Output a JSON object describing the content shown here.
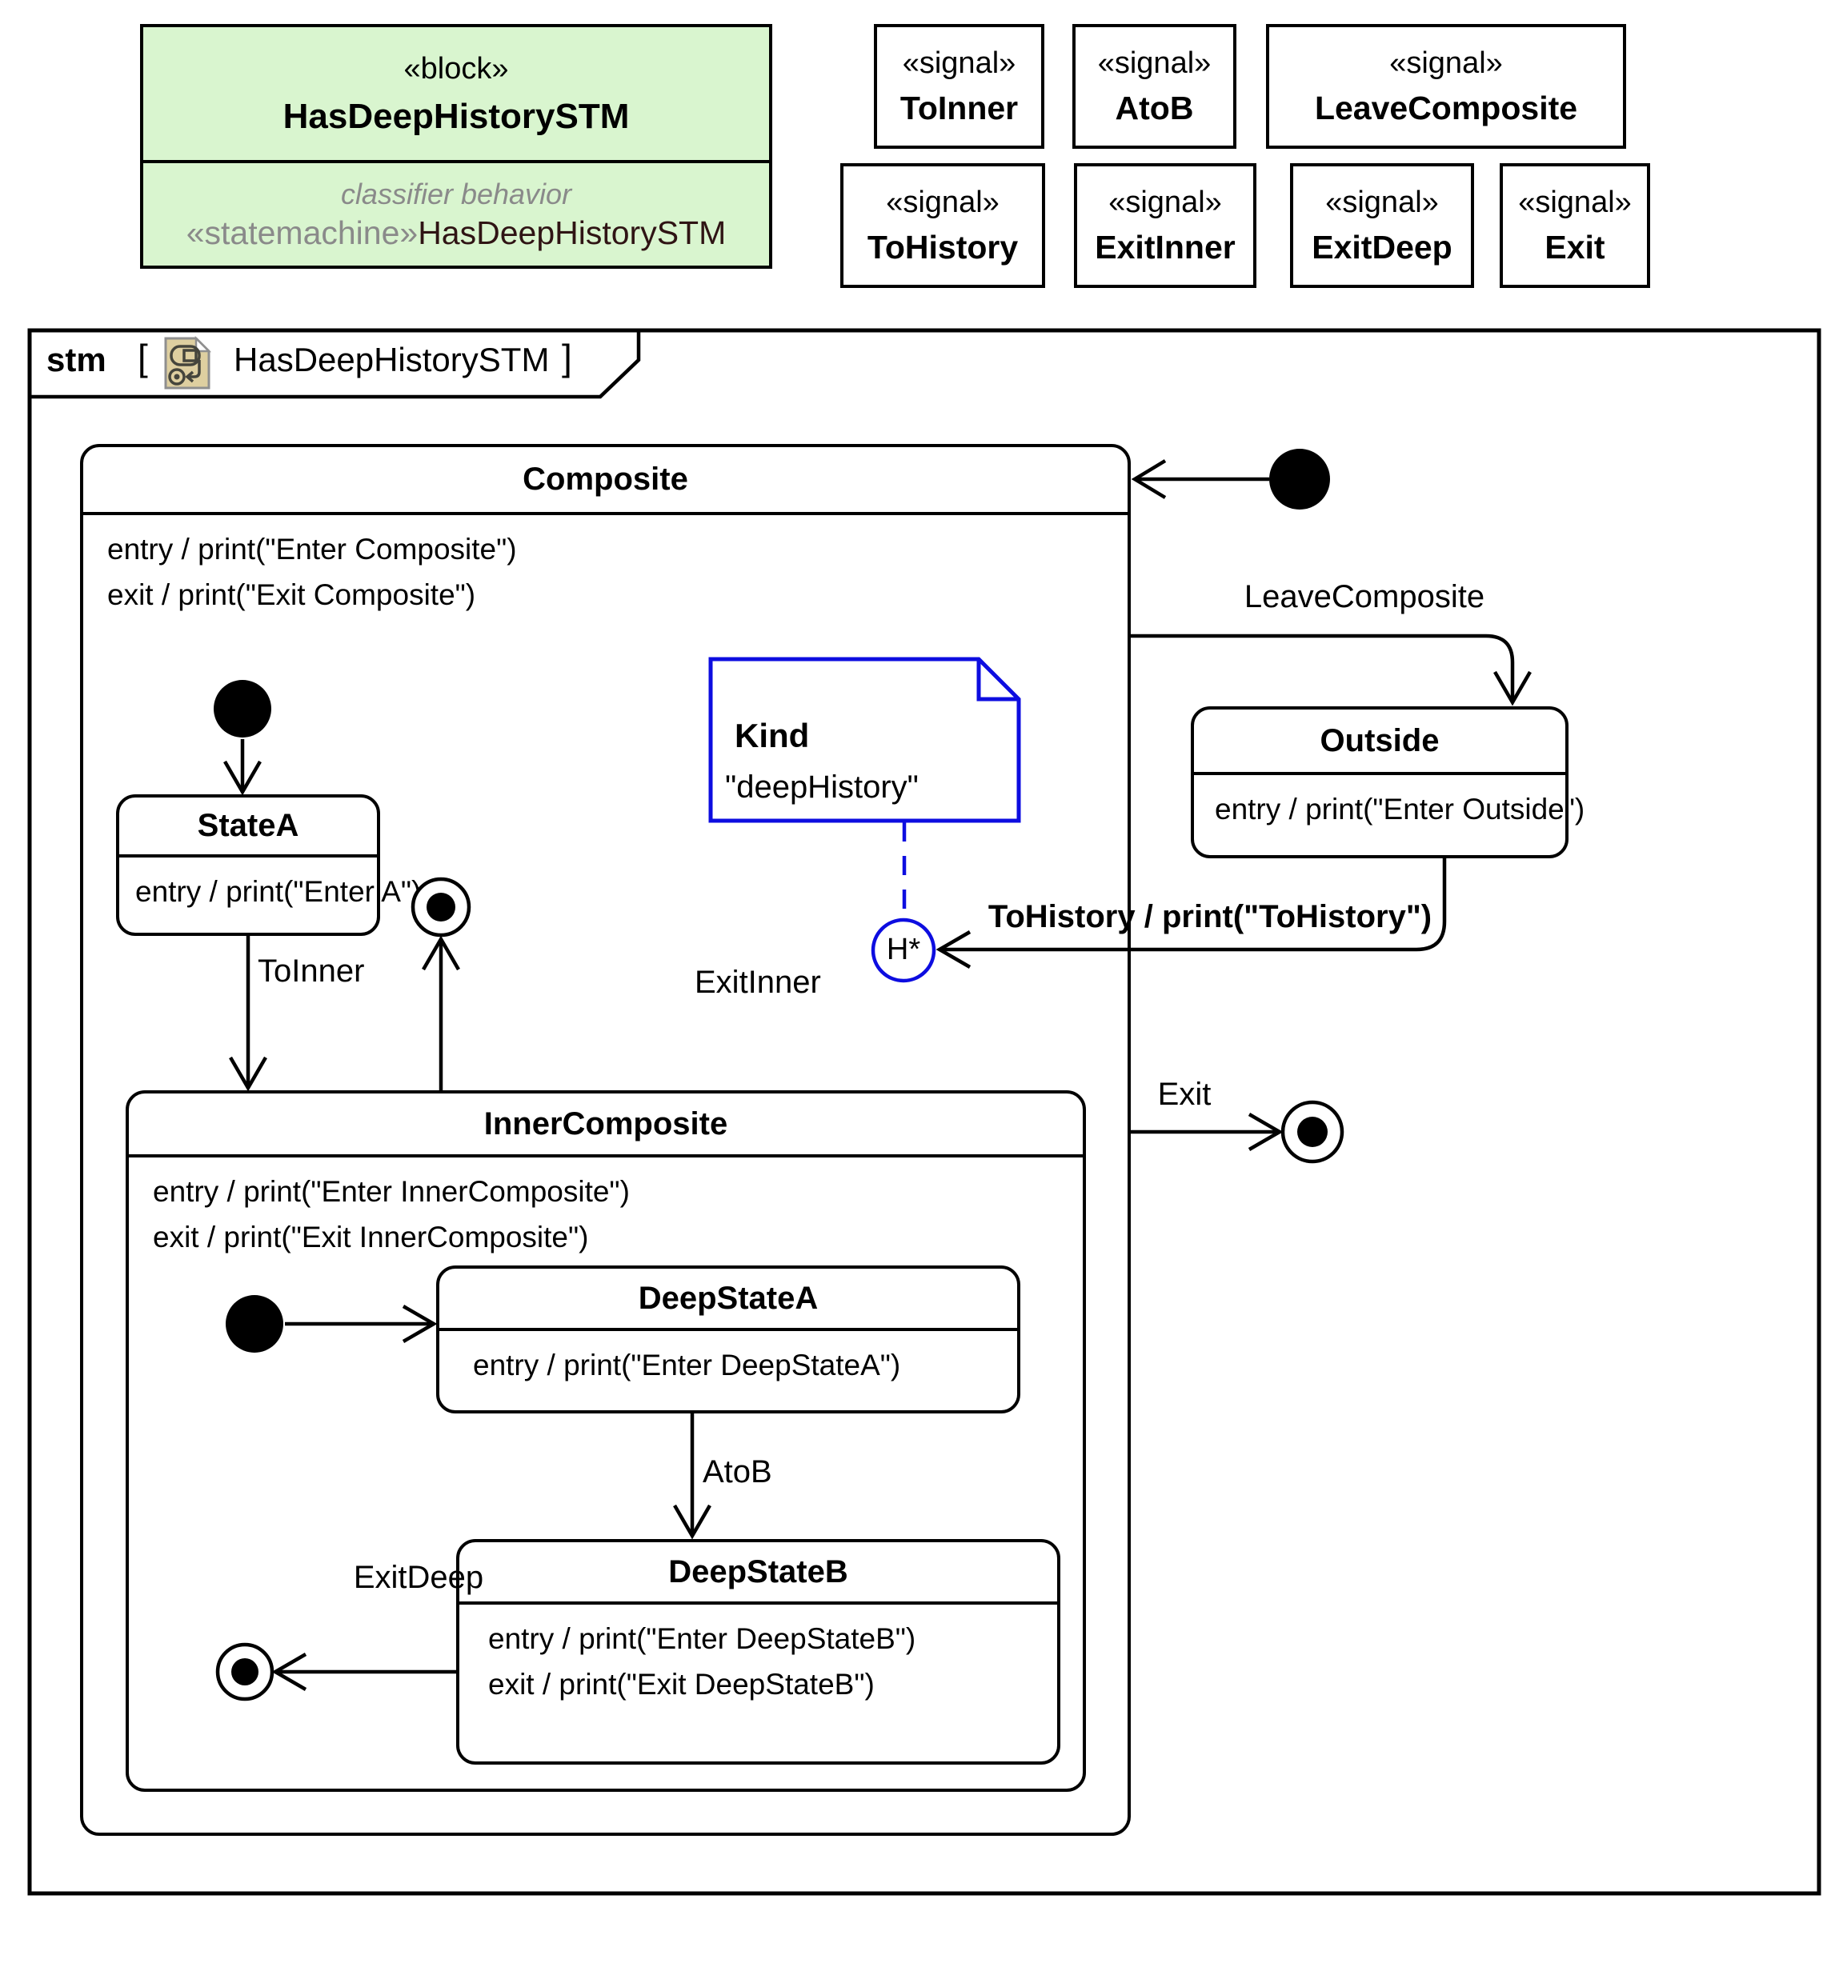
{
  "block": {
    "stereotype": "«block»",
    "name": "HasDeepHistorySTM",
    "behavior_label": "classifier behavior",
    "behavior_stereotype": "«statemachine»",
    "behavior_name": "HasDeepHistorySTM"
  },
  "signals": {
    "stereotype": "«signal»",
    "row1": [
      "ToInner",
      "AtoB",
      "LeaveComposite"
    ],
    "row2": [
      "ToHistory",
      "ExitInner",
      "ExitDeep",
      "Exit"
    ]
  },
  "frame": {
    "kind": "stm",
    "open_bracket": "[",
    "name": "HasDeepHistorySTM",
    "close_bracket": "]"
  },
  "states": {
    "composite": {
      "title": "Composite",
      "entry": "entry /  print(\"Enter Composite\")",
      "exit": "exit /  print(\"Exit Composite\")"
    },
    "stateA": {
      "title": "StateA",
      "entry": "entry /  print(\"Enter A\")"
    },
    "outside": {
      "title": "Outside",
      "entry": "entry /  print(\"Enter Outside\")"
    },
    "innerComposite": {
      "title": "InnerComposite",
      "entry": "entry /  print(\"Enter InnerComposite\")",
      "exit": "exit /  print(\"Exit InnerComposite\")"
    },
    "deepStateA": {
      "title": "DeepStateA",
      "entry": "entry /  print(\"Enter DeepStateA\")"
    },
    "deepStateB": {
      "title": "DeepStateB",
      "entry": "entry /  print(\"Enter DeepStateB\")",
      "exit": "exit /  print(\"Exit DeepStateB\")"
    }
  },
  "transitions": {
    "leave_composite": "LeaveComposite",
    "to_history": "ToHistory / print(\"ToHistory\")",
    "exit": "Exit",
    "to_inner": "ToInner",
    "exit_inner": "ExitInner",
    "ato_b": "AtoB",
    "exit_deep": "ExitDeep"
  },
  "note": {
    "title": "Kind",
    "body": "\"deepHistory\""
  },
  "history": {
    "label": "H*"
  },
  "colors": {
    "block_fill": "#d9f5cf",
    "note_blue": "#0d0de0",
    "icon_tan": "#decfa0",
    "line_black": "#000000"
  }
}
